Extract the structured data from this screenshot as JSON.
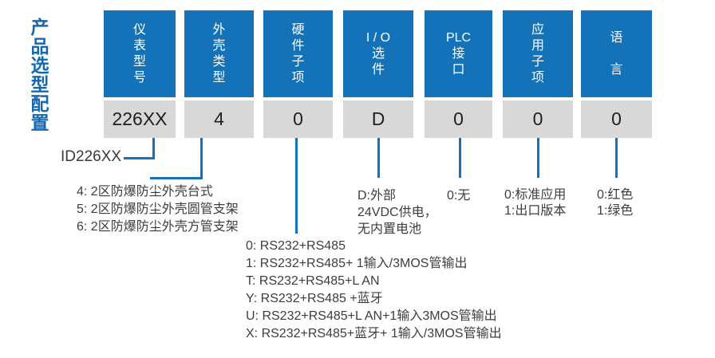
{
  "page": {
    "title": "产品选型配置",
    "title_vertical": "产\n品\n选\n型\n配\n置"
  },
  "colors": {
    "box_blue": "#1472b8",
    "title_blue": "#1468b3",
    "value_gray": "#d8d8d8",
    "note_text": "#3d3d3d"
  },
  "columns": [
    {
      "id": "instrument-model",
      "header": "仪\n表\n型\n号",
      "value": "226XX"
    },
    {
      "id": "enclosure-type",
      "header": "外\n壳\n类\n型",
      "value": "4"
    },
    {
      "id": "hardware-subitem",
      "header": "硬\n件\n子\n项",
      "value": "0"
    },
    {
      "id": "io-option",
      "header": "I / O\n选\n件",
      "value": "D"
    },
    {
      "id": "plc-interface",
      "header": "PLC\n接\n口",
      "value": "0"
    },
    {
      "id": "application-subitem",
      "header": "应\n用\n子\n项",
      "value": "0"
    },
    {
      "id": "language",
      "header": "语\n\n言",
      "value": "0"
    }
  ],
  "annotations": {
    "model_prefix": "ID226XX",
    "enclosure_options": "4: 2区防爆防尘外壳台式\n5: 2区防爆防尘外壳圆管支架\n6: 2区防爆防尘外壳方管支架",
    "hardware_options": "0: RS232+RS485\n1: RS232+RS485+ 1输入/3MOS管输出\nT: RS232+RS485+L AN\nY: RS232+RS485 +蓝牙\nU: RS232+RS485+L AN+1输入3MOS管输出\nX: RS232+RS485+蓝牙+ 1输入/3MOS管输出",
    "io_note": "D:外部\n24VDC供电，\n无内置电池",
    "plc_note": "0:无",
    "application_note": "0:标准应用\n1:出口版本",
    "language_note": "0:红色\n1:绿色"
  }
}
